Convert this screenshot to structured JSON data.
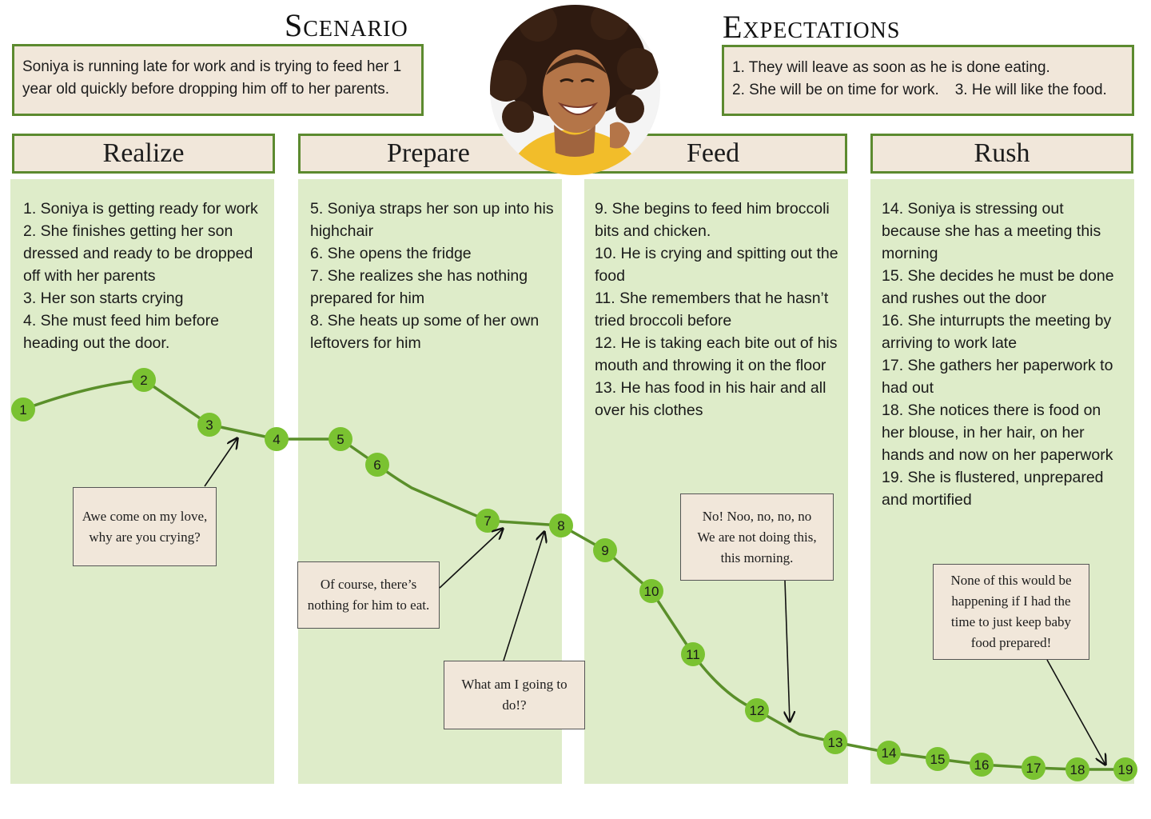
{
  "scenario": {
    "heading": "Scenario",
    "text": "Soniya is running late for work and is trying to feed her 1 year old quickly before dropping him off to her parents."
  },
  "expectations": {
    "heading": "Expectations",
    "line1": "1. They will leave as soon as he is done eating.",
    "line2a": "2. She will be on time for work.",
    "line2b": "3. He will like the food."
  },
  "persona": {
    "icon": "smiling-woman-portrait"
  },
  "phases": [
    {
      "title": "Realize",
      "steps": [
        "1.  Soniya is getting ready for work",
        "2. She finishes getting her son dressed and ready to be dropped off with her parents",
        "3.  Her son starts crying",
        "4.  She must feed him before heading out the door."
      ]
    },
    {
      "title": "Prepare",
      "steps": [
        "5. Soniya straps her son up into his highchair",
        "6. She opens the fridge",
        "7. She realizes she has nothing prepared for him",
        "8. She heats up some of her own leftovers for him"
      ]
    },
    {
      "title": "Feed",
      "steps": [
        "9. She begins to feed him broccoli bits and chicken.",
        "10. He is crying and spitting out the food",
        "11. She remembers that he hasn’t tried broccoli before",
        "12. He is taking each bite out of his mouth and throwing it on the floor",
        "13. He has food in his hair and all over his clothes"
      ]
    },
    {
      "title": "Rush",
      "steps": [
        "14. Soniya is stressing out because she has a meeting this morning",
        "15. She decides he must be done and rushes out the door",
        "16. She inturrupts the meeting by arriving to work late",
        "17. She gathers her paperwork to had out",
        "18. She notices there is food on her blouse, in her hair, on her hands and now on her paperwork",
        "19. She is flustered, unprepared and mortified"
      ]
    }
  ],
  "quotes": [
    {
      "text": "Awe come on my love, why are you crying?"
    },
    {
      "text": "Of course, there’s nothing for him to eat."
    },
    {
      "text": "What am I going to do!?"
    },
    {
      "text": "No! Noo, no, no, no We are not doing this, this morning."
    },
    {
      "text": "None of this would be happening if I had the time to just keep baby food prepared!"
    }
  ],
  "journey": {
    "points": [
      "1",
      "2",
      "3",
      "4",
      "5",
      "6",
      "7",
      "8",
      "9",
      "10",
      "11",
      "12",
      "13",
      "14",
      "15",
      "16",
      "17",
      "18",
      "19"
    ]
  },
  "colors": {
    "lane_bg": "#deecc9",
    "border_green": "#5c8a2f",
    "node_green": "#7ac231",
    "line_green": "#5a8f2a",
    "card_bg": "#f1e7da"
  }
}
